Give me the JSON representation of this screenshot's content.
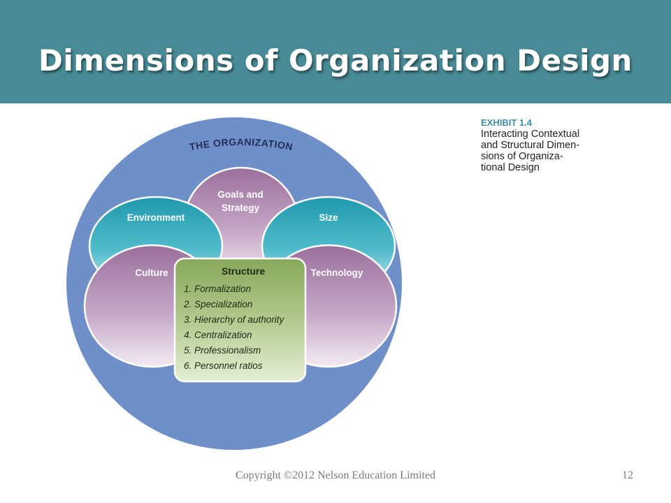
{
  "slide": {
    "title": "Dimensions of Organization Design"
  },
  "exhibit": {
    "label": "EXHIBIT 1.4",
    "caption_lines": [
      "Interacting Contextual",
      "and Structural Dimen-",
      "sions of Organiza-",
      "tional Design"
    ]
  },
  "diagram": {
    "outer_label": "THE ORGANIZATION",
    "contextual": {
      "goals_line1": "Goals and",
      "goals_line2": "Strategy",
      "environment": "Environment",
      "size": "Size",
      "culture": "Culture",
      "technology": "Technology"
    },
    "structure": {
      "title": "Structure",
      "items": [
        "1.  Formalization",
        "2.  Specialization",
        "3.  Hierarchy of authority",
        "4.  Centralization",
        "5.  Professionalism",
        "6.  Personnel ratios"
      ]
    },
    "colors": {
      "outer": "#6f8fc8",
      "teal": "#2ea8b8",
      "purple": "#a27aa2",
      "green": "#93b16a",
      "header": "#488a96"
    }
  },
  "footer": {
    "copyright": "Copyright ©2012  Nelson Education Limited",
    "page_number": "12"
  }
}
